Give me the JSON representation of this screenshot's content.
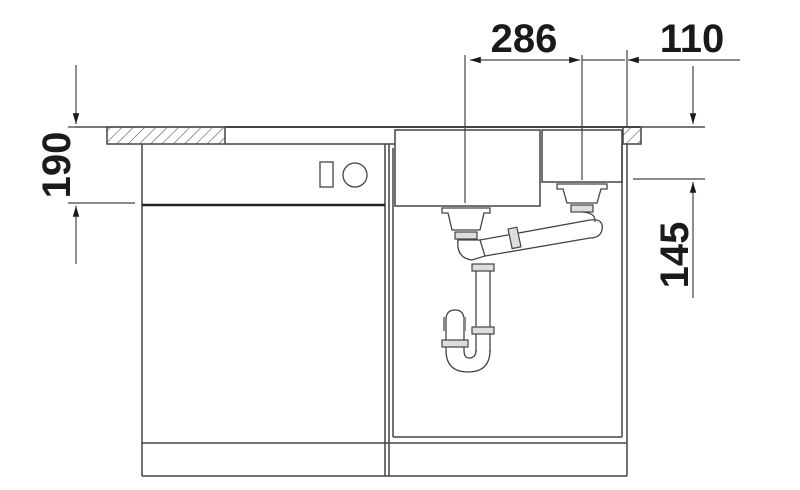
{
  "drawing": {
    "type": "kitchen-sink-installation-diagram",
    "view": "front elevation",
    "stroke_color": "#444444",
    "text_color": "#1a1a1a",
    "background": "#ffffff"
  },
  "dimensions": {
    "bowl_center_distance": {
      "label": "286",
      "orientation": "horizontal"
    },
    "small_bowl_to_edge": {
      "label": "110",
      "orientation": "horizontal"
    },
    "countertop_to_dishwasher": {
      "label": "190",
      "orientation": "vertical"
    },
    "small_bowl_depth": {
      "label": "145",
      "orientation": "vertical"
    }
  },
  "components": {
    "countertop": "hatched worktop section",
    "dishwasher": "dishwasher with control panel (rectangle + circle buttons)",
    "main_bowl": "large sink bowl with drain",
    "small_bowl": "small sink bowl with drain",
    "drain_pipe": "connecting overflow pipe between bowls",
    "siphon": "P-trap siphon",
    "cabinet": "sink base cabinet with plinth"
  }
}
